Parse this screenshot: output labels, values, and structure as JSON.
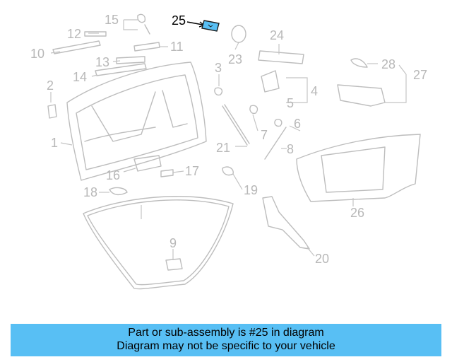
{
  "diagram": {
    "highlighted_part": "25",
    "callouts": [
      "1",
      "2",
      "3",
      "4",
      "5",
      "6",
      "7",
      "8",
      "9",
      "10",
      "11",
      "12",
      "13",
      "14",
      "15",
      "16",
      "17",
      "18",
      "19",
      "20",
      "21",
      "23",
      "24",
      "25",
      "26",
      "27",
      "28"
    ],
    "colors": {
      "highlight": "#58bff4",
      "parts": "#bdbdbd",
      "callout_text": "#b8b8b8"
    }
  },
  "banner": {
    "line1": "Part or sub-assembly is #25 in diagram",
    "line2": "Diagram may not be specific to your vehicle",
    "background": "#58bff4"
  }
}
